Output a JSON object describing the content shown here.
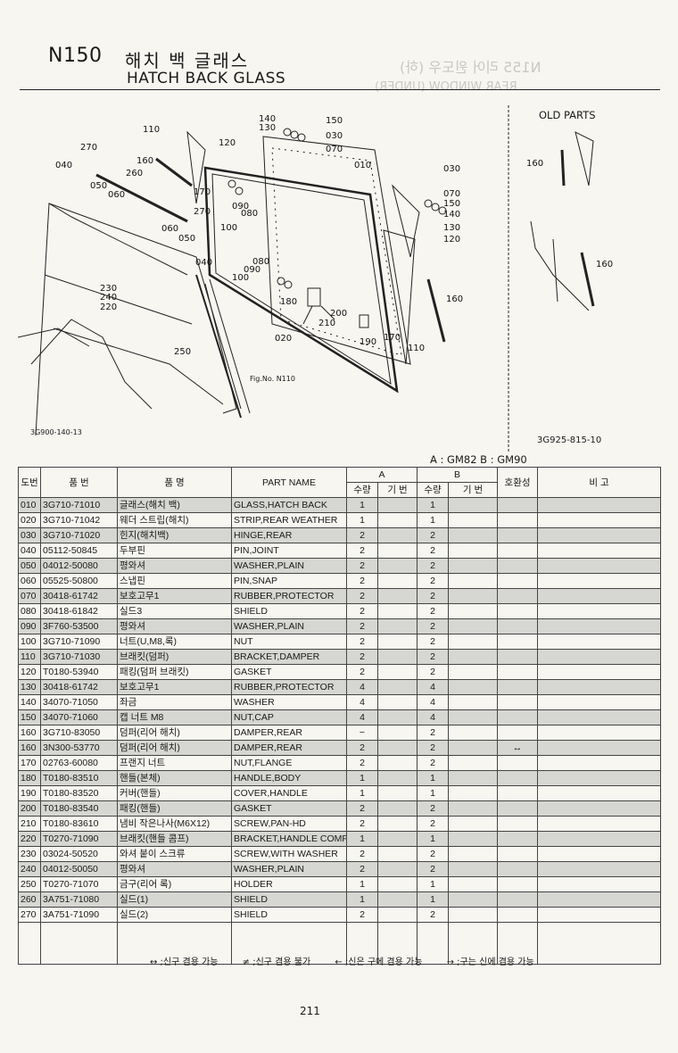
{
  "header": {
    "code": "N150",
    "title_ko": "해치 백 글래스",
    "title_en": "HATCH BACK GLASS"
  },
  "diagram": {
    "left_code": "3G900-140-13",
    "right_code": "3G925-815-10",
    "old_parts_label": "OLD PARTS",
    "fig_ref": "Fig.No. N110",
    "callouts_main": [
      "110",
      "270",
      "040",
      "050",
      "060",
      "260",
      "160",
      "120",
      "170",
      "270",
      "060",
      "050",
      "040",
      "140",
      "130",
      "150",
      "030",
      "070",
      "010",
      "090",
      "080",
      "100",
      "030",
      "070",
      "150",
      "140",
      "130",
      "120",
      "230",
      "240",
      "220",
      "080",
      "090",
      "100",
      "180",
      "200",
      "210",
      "190",
      "170",
      "110",
      "160",
      "250",
      "020"
    ],
    "callouts_old": [
      "160",
      "160"
    ]
  },
  "model_note": "A : GM82   B : GM90",
  "table": {
    "headers": {
      "no": "도번",
      "part_no": "품  번",
      "name_ko": "품  명",
      "name_en": "PART NAME",
      "group_a": "A",
      "group_b": "B",
      "qty": "수량",
      "serial": "기 번",
      "compat": "호환성",
      "remark": "비  고"
    },
    "rows": [
      {
        "no": "010",
        "part": "3G710-71010",
        "ko": "글래스(해치 백)",
        "en": "GLASS,HATCH BACK",
        "qa": "1",
        "qb": "1",
        "compat": ""
      },
      {
        "no": "020",
        "part": "3G710-71042",
        "ko": "웨더 스트립(해치)",
        "en": "STRIP,REAR WEATHER",
        "qa": "1",
        "qb": "1",
        "compat": ""
      },
      {
        "no": "030",
        "part": "3G710-71020",
        "ko": "힌지(해치백)",
        "en": "HINGE,REAR",
        "qa": "2",
        "qb": "2",
        "compat": ""
      },
      {
        "no": "040",
        "part": "05112-50845",
        "ko": "두부핀",
        "en": "PIN,JOINT",
        "qa": "2",
        "qb": "2",
        "compat": ""
      },
      {
        "no": "050",
        "part": "04012-50080",
        "ko": "평와셔",
        "en": "WASHER,PLAIN",
        "qa": "2",
        "qb": "2",
        "compat": ""
      },
      {
        "no": "060",
        "part": "05525-50800",
        "ko": "스냅핀",
        "en": "PIN,SNAP",
        "qa": "2",
        "qb": "2",
        "compat": ""
      },
      {
        "no": "070",
        "part": "30418-61742",
        "ko": "보호고무1",
        "en": "RUBBER,PROTECTOR",
        "qa": "2",
        "qb": "2",
        "compat": ""
      },
      {
        "no": "080",
        "part": "30418-61842",
        "ko": "실드3",
        "en": "SHIELD",
        "qa": "2",
        "qb": "2",
        "compat": ""
      },
      {
        "no": "090",
        "part": "3F760-53500",
        "ko": "평와셔",
        "en": "WASHER,PLAIN",
        "qa": "2",
        "qb": "2",
        "compat": ""
      },
      {
        "no": "100",
        "part": "3G710-71090",
        "ko": "너트(U,M8,록)",
        "en": "NUT",
        "qa": "2",
        "qb": "2",
        "compat": ""
      },
      {
        "no": "110",
        "part": "3G710-71030",
        "ko": "브래킷(덤퍼)",
        "en": "BRACKET,DAMPER",
        "qa": "2",
        "qb": "2",
        "compat": ""
      },
      {
        "no": "120",
        "part": "T0180-53940",
        "ko": "패킹(덤퍼 브래킷)",
        "en": "GASKET",
        "qa": "2",
        "qb": "2",
        "compat": ""
      },
      {
        "no": "130",
        "part": "30418-61742",
        "ko": "보호고무1",
        "en": "RUBBER,PROTECTOR",
        "qa": "4",
        "qb": "4",
        "compat": ""
      },
      {
        "no": "140",
        "part": "34070-71050",
        "ko": "좌금",
        "en": "WASHER",
        "qa": "4",
        "qb": "4",
        "compat": ""
      },
      {
        "no": "150",
        "part": "34070-71060",
        "ko": "캡 너트 M8",
        "en": "NUT,CAP",
        "qa": "4",
        "qb": "4",
        "compat": ""
      },
      {
        "no": "160",
        "part": "3G710-83050",
        "ko": "덤퍼(리어 해치)",
        "en": "DAMPER,REAR",
        "qa": "−",
        "qb": "2",
        "compat": ""
      },
      {
        "no": "160",
        "part": "3N300-53770",
        "ko": "덤퍼(리어 해치)",
        "en": "DAMPER,REAR",
        "qa": "2",
        "qb": "2",
        "compat": "↔"
      },
      {
        "no": "170",
        "part": "02763-60080",
        "ko": "프랜지 너트",
        "en": "NUT,FLANGE",
        "qa": "2",
        "qb": "2",
        "compat": ""
      },
      {
        "no": "180",
        "part": "T0180-83510",
        "ko": "핸들(본체)",
        "en": "HANDLE,BODY",
        "qa": "1",
        "qb": "1",
        "compat": ""
      },
      {
        "no": "190",
        "part": "T0180-83520",
        "ko": "커버(핸들)",
        "en": "COVER,HANDLE",
        "qa": "1",
        "qb": "1",
        "compat": ""
      },
      {
        "no": "200",
        "part": "T0180-83540",
        "ko": "패킹(핸들)",
        "en": "GASKET",
        "qa": "2",
        "qb": "2",
        "compat": ""
      },
      {
        "no": "210",
        "part": "T0180-83610",
        "ko": "냄비 작은나사(M6X12)",
        "en": "SCREW,PAN-HD",
        "qa": "2",
        "qb": "2",
        "compat": ""
      },
      {
        "no": "220",
        "part": "T0270-71090",
        "ko": "브래킷(핸들 콤프)",
        "en": "BRACKET,HANDLE COMP",
        "qa": "1",
        "qb": "1",
        "compat": ""
      },
      {
        "no": "230",
        "part": "03024-50520",
        "ko": "와셔 붙이 스크류",
        "en": "SCREW,WITH WASHER",
        "qa": "2",
        "qb": "2",
        "compat": ""
      },
      {
        "no": "240",
        "part": "04012-50050",
        "ko": "평와셔",
        "en": "WASHER,PLAIN",
        "qa": "2",
        "qb": "2",
        "compat": ""
      },
      {
        "no": "250",
        "part": "T0270-71070",
        "ko": "금구(리어 록)",
        "en": "HOLDER",
        "qa": "1",
        "qb": "1",
        "compat": ""
      },
      {
        "no": "260",
        "part": "3A751-71080",
        "ko": "실드(1)",
        "en": "SHIELD",
        "qa": "1",
        "qb": "1",
        "compat": ""
      },
      {
        "no": "270",
        "part": "3A751-71090",
        "ko": "실드(2)",
        "en": "SHIELD",
        "qa": "2",
        "qb": "2",
        "compat": ""
      }
    ]
  },
  "legend": [
    "↔ ;신구 겸용 가능",
    "≠ ;신구 겸용 불가",
    "← ;신은 구에 겸용 가능",
    "→ ;구는 신에 겸용 가능"
  ],
  "page_number": "211",
  "show_through": {
    "top": "N155  리어 윈도우 (하)",
    "sub": "REAR WINDOW (UNDER)"
  }
}
